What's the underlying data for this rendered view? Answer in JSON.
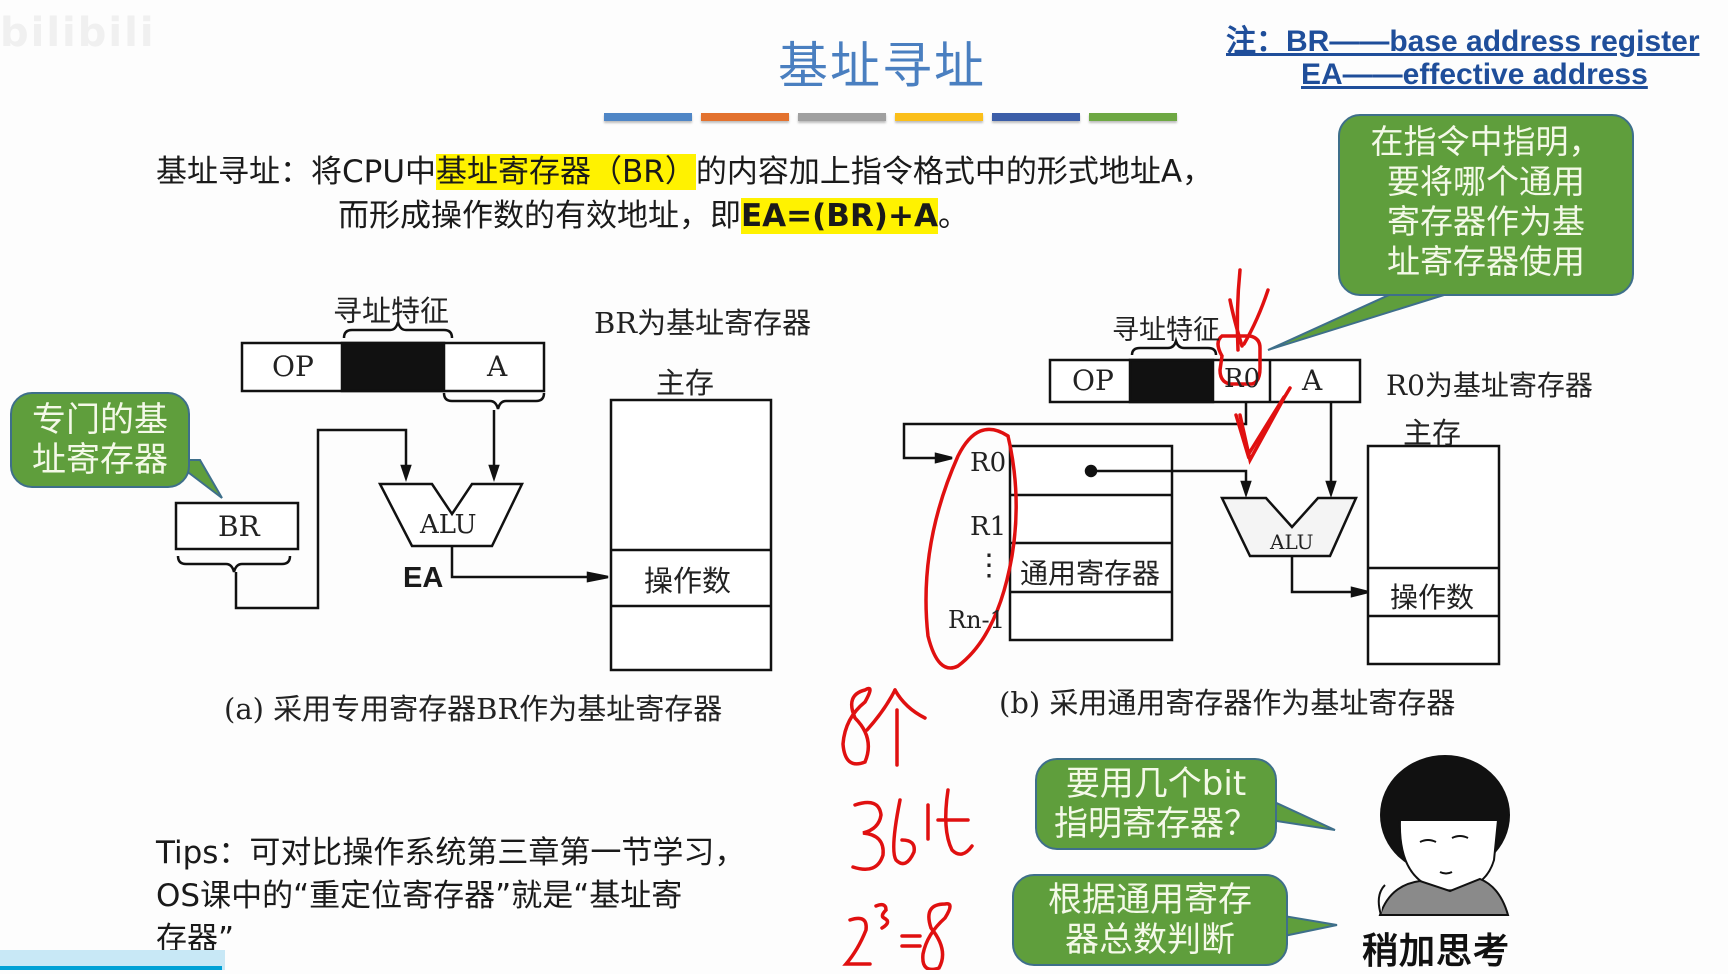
{
  "watermark": "bilibili",
  "slide": {
    "title": "基址寻址",
    "note": {
      "line1": "注：BR——base address register",
      "line2": "EA——effective address"
    },
    "accent_bars": [
      "#4f86c6",
      "#e3722f",
      "#a0a0a0",
      "#fbbf1a",
      "#3c5ea8",
      "#6ea843"
    ],
    "definition": {
      "prefix": "基址寻址：将CPU中",
      "highlight1": "基址寄存器（BR）",
      "middle": "的内容加上指令格式中的形式地址A，",
      "line2_prefix": "而形成操作数的有效地址，即",
      "highlight2": "EA=(BR)+A",
      "line2_suffix": "。"
    },
    "bubble_top_right": [
      "在指令中指明，",
      "要将哪个通用",
      "寄存器作为基",
      "址寄存器使用"
    ],
    "bubble_left": [
      "专门的基",
      "址寄存器"
    ],
    "bubble_bits_question": [
      "要用几个bit",
      "指明寄存器？"
    ],
    "bubble_bits_answer": [
      "根据通用寄存",
      "器总数判断"
    ],
    "meme_caption": "稍加思考",
    "tips": [
      "Tips：可对比操作系统第三章第一节学习，",
      "OS课中的“重定位寄存器”就是“基址寄",
      "存器”"
    ]
  },
  "diagram_a": {
    "addr_feature_label": "寻址特征",
    "op_label": "OP",
    "a_label": "A",
    "br_label": "BR",
    "alu_label": "ALU",
    "ea_label": "EA",
    "memory_desc": "BR为基址寄存器",
    "memory_title": "主存",
    "operand_label": "操作数",
    "caption": "(a) 采用专用寄存器BR作为基址寄存器"
  },
  "diagram_b": {
    "addr_feature_label": "寻址特征",
    "op_label": "OP",
    "r0_field_label": "R0",
    "a_label": "A",
    "memory_desc": "R0为基址寄存器",
    "memory_title": "主存",
    "registers": [
      "R0",
      "R1",
      "⋮",
      "Rn-1"
    ],
    "register_file_label": "通用寄存器",
    "alu_label": "ALU",
    "operand_label": "操作数",
    "caption": "(b) 采用通用寄存器作为基址寄存器"
  },
  "handwriting": {
    "count": "8个",
    "bits": "3bit",
    "power": "2³=8",
    "color": "#e01010"
  }
}
